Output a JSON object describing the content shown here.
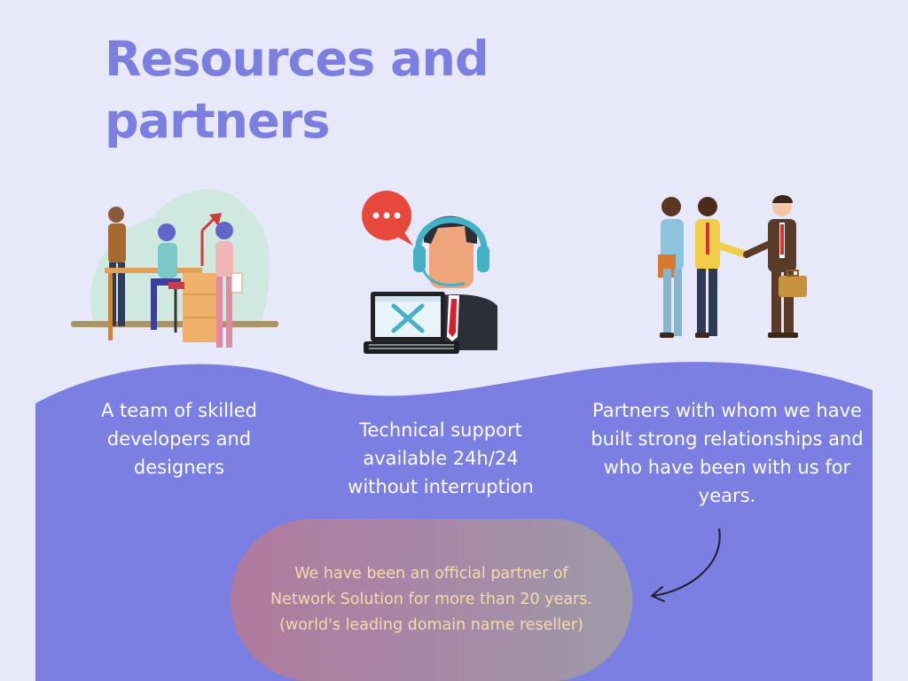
{
  "slide": {
    "title": "Resources and\npartners",
    "colors": {
      "background": "#e8e8fb",
      "title": "#7c7fe0",
      "wave": "#7b7fe1",
      "pill_text": "#f6dcab"
    }
  },
  "features": [
    {
      "icon": "team-illustration",
      "text": "A team of skilled developers and designers"
    },
    {
      "icon": "support-agent-illustration",
      "text": "Technical support available 24h/24 without interruption"
    },
    {
      "icon": "business-partners-illustration",
      "text": "Partners with whom we have built strong relationships and who have been with us for years."
    }
  ],
  "callout": {
    "lines": [
      "We have been an official partner of",
      "Network Solution for more than 20 years.",
      "(world's leading domain name reseller)"
    ]
  }
}
